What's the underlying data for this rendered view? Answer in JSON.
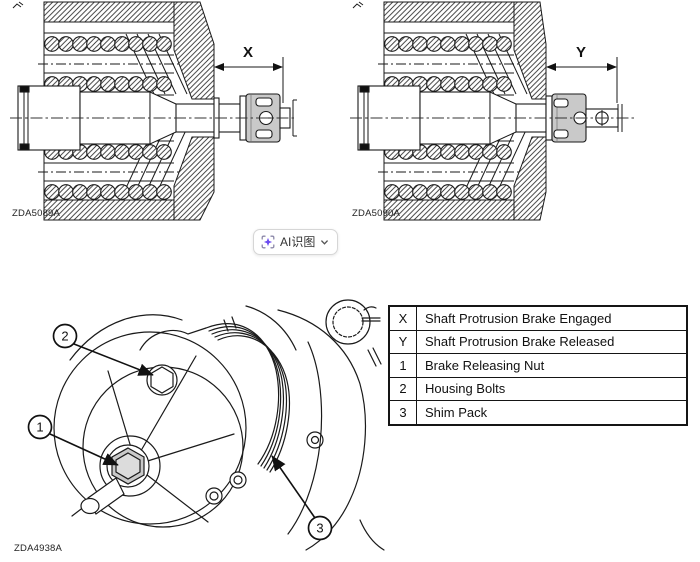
{
  "figures": {
    "brake_engaged": {
      "dimension_label": "X",
      "caption": "ZDA5089A"
    },
    "brake_released": {
      "dimension_label": "Y",
      "caption": "ZDA5090A"
    },
    "assembly": {
      "caption": "ZDA4938A",
      "callouts": [
        {
          "number": "1"
        },
        {
          "number": "2"
        },
        {
          "number": "3"
        }
      ]
    }
  },
  "ai_recognition_button": {
    "label": "AI识图",
    "icon": "ai-scan-sparkle-icon",
    "accent_color": "#6C4CF1"
  },
  "legend_table": {
    "rows": [
      {
        "key": "X",
        "description": "Shaft Protrusion Brake Engaged"
      },
      {
        "key": "Y",
        "description": "Shaft Protrusion Brake Released"
      },
      {
        "key": "1",
        "description": "Brake Releasing Nut"
      },
      {
        "key": "2",
        "description": "Housing Bolts"
      },
      {
        "key": "3",
        "description": "Shim Pack"
      }
    ]
  }
}
